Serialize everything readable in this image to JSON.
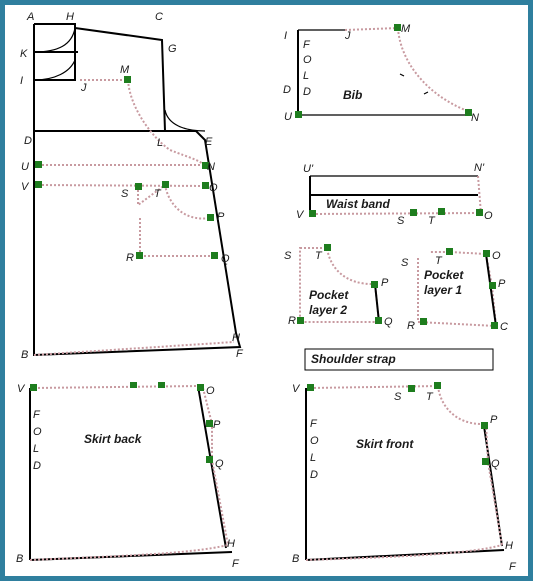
{
  "frame": {
    "border_color": "#2f7f9e",
    "dot_color": "#c89aa0",
    "marker_color": "#1e7d1e"
  },
  "bodice": {
    "points": {
      "A": "A",
      "H_top": "H",
      "C": "C",
      "K": "K",
      "G": "G",
      "I": "I",
      "J": "J",
      "M": "M",
      "D": "D",
      "L": "L",
      "E": "E",
      "U": "U",
      "N": "N",
      "V": "V",
      "O": "O",
      "S": "S",
      "T": "T",
      "P": "P",
      "R": "R",
      "Q": "Q",
      "B": "B",
      "H_bottom": "H",
      "F": "F"
    }
  },
  "bib": {
    "title": "Bib",
    "fold": [
      "F",
      "O",
      "L",
      "D"
    ],
    "points": {
      "I": "I",
      "J": "J",
      "M": "M",
      "D": "D",
      "U": "U",
      "N": "N"
    }
  },
  "waist_band": {
    "title": "Waist band",
    "points": {
      "U_prime": "U'",
      "N_prime": "N'",
      "V": "V",
      "S": "S",
      "T": "T",
      "O": "O"
    }
  },
  "pocket_layer_2": {
    "title_line1": "Pocket",
    "title_line2": "layer 2",
    "points": {
      "S": "S",
      "T": "T",
      "P": "P",
      "R": "R",
      "Q": "Q"
    }
  },
  "pocket_layer_1": {
    "title_line1": "Pocket",
    "title_line2": "layer 1",
    "points": {
      "S": "S",
      "T": "T",
      "O": "O",
      "P": "P",
      "R": "R",
      "C": "C"
    }
  },
  "shoulder_strap": {
    "title": "Shoulder strap"
  },
  "skirt_back": {
    "title": "Skirt back",
    "fold": [
      "F",
      "O",
      "L",
      "D"
    ],
    "points": {
      "V": "V",
      "O": "O",
      "P": "P",
      "Q": "Q",
      "B": "B",
      "H": "H",
      "F": "F"
    }
  },
  "skirt_front": {
    "title": "Skirt front",
    "fold": [
      "F",
      "O",
      "L",
      "D"
    ],
    "points": {
      "V": "V",
      "S": "S",
      "T": "T",
      "P": "P",
      "Q": "Q",
      "B": "B",
      "H": "H",
      "F": "F"
    }
  }
}
